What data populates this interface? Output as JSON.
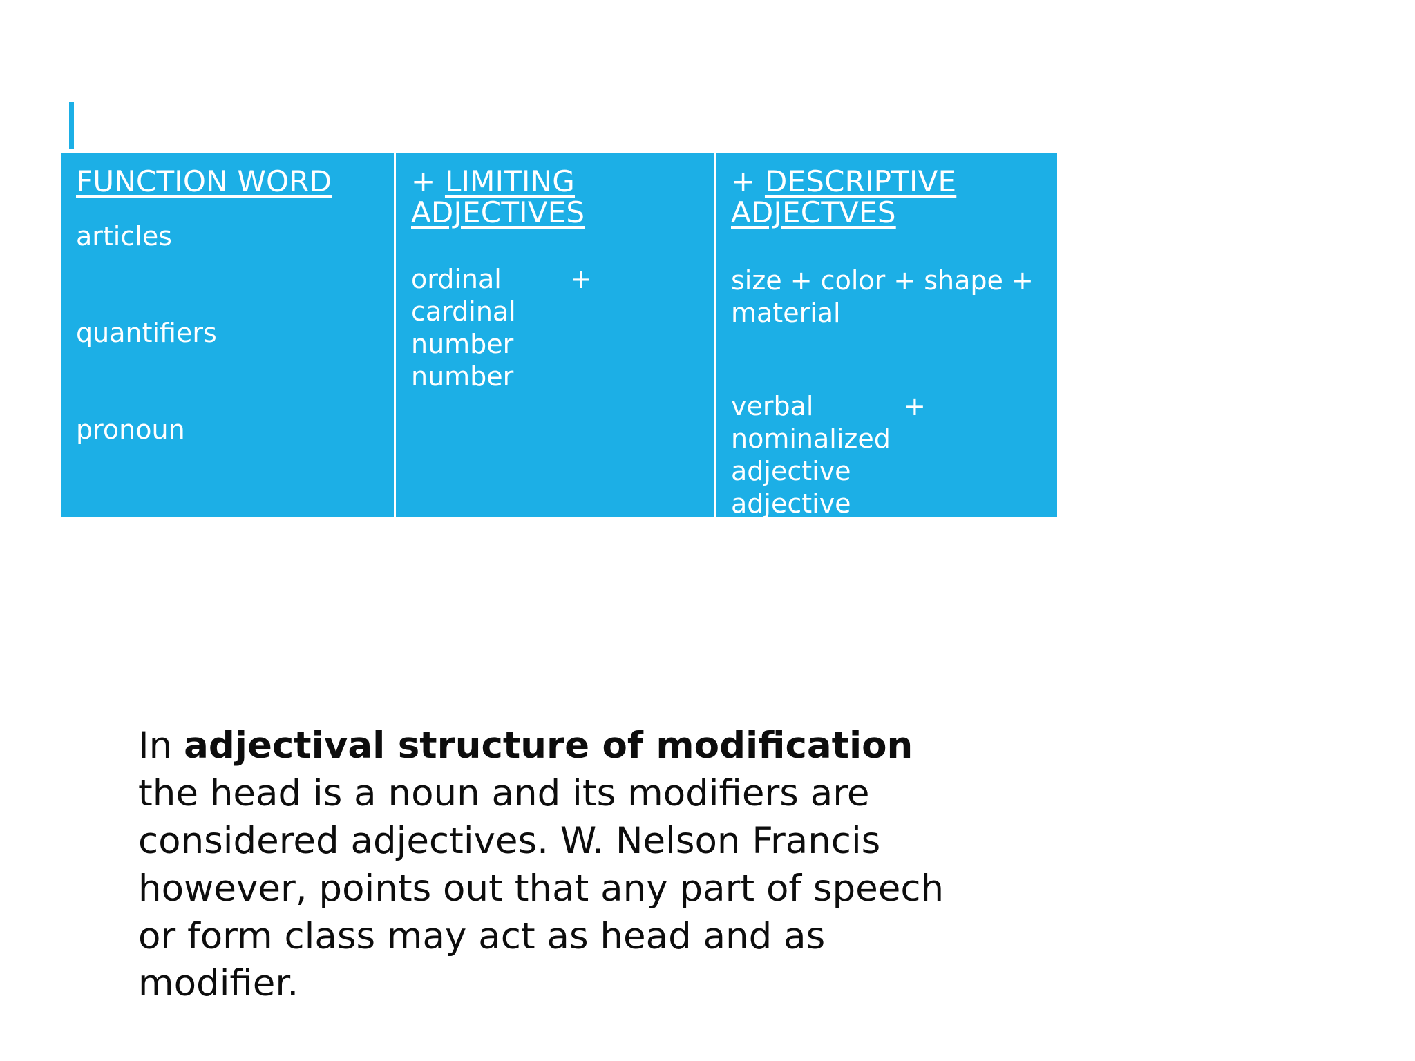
{
  "slide": {
    "background_color": "#ffffff",
    "accent_color": "#1CAFE6",
    "text_color_light": "#ffffff",
    "text_color_dark": "#0d0d0d"
  },
  "table": {
    "columns": [
      {
        "id": "function-word",
        "header": "FUNCTION WORD",
        "header_prefix": "",
        "header_lines": [
          "FUNCTION WORD"
        ],
        "items": [
          "articles",
          "quantifiers",
          "pronoun"
        ]
      },
      {
        "id": "limiting-adjectives",
        "header": "+ LIMITING ADJECTIVES",
        "header_prefix": "+",
        "header_lines": [
          "LIMITING",
          "ADJECTIVES"
        ],
        "items": [
          "ordinal",
          "cardinal",
          "number",
          "number"
        ],
        "operator": "+"
      },
      {
        "id": "descriptive-adjectives",
        "header": "+ DESCRIPTIVE ADJECTVES",
        "header_prefix": "+",
        "header_lines": [
          "DESCRIPTIVE",
          "ADJECTVES"
        ],
        "group_one": [
          "size",
          "color",
          "shape",
          "material"
        ],
        "group_one_text": "size + color + shape + material",
        "group_two": [
          "verbal",
          "nominalized",
          "adjective",
          "adjective"
        ],
        "operator": "+"
      }
    ]
  },
  "paragraph": {
    "lead_plain": "In ",
    "lead_bold": "adjectival structure of modification",
    "rest": " the head is a noun and its modifiers are considered adjectives. W. Nelson Francis however, points out that any part of speech or form class may act as head and as modifier.",
    "full_text": "In adjectival structure of modification the head is a noun and its modifiers are considered adjectives. W. Nelson Francis however, points out that any part of speech or form class may act as head and as modifier."
  }
}
